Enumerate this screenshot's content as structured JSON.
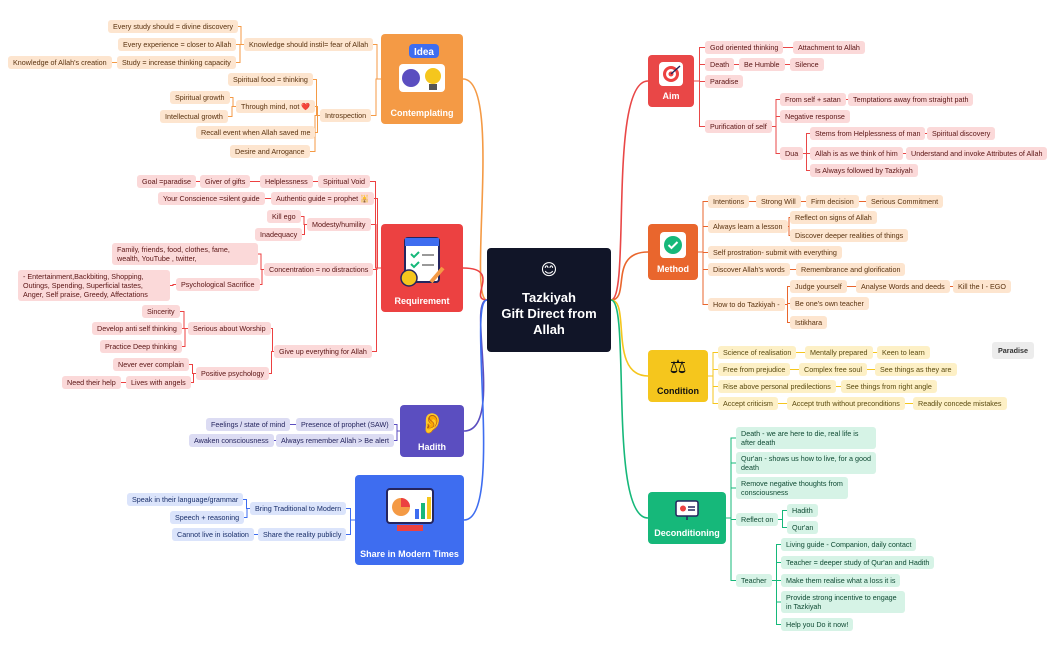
{
  "center": {
    "title_line1": "Tazkiyah",
    "title_line2": "Gift Direct from",
    "title_line3": "Allah",
    "icon": "smile-emoji-icon"
  },
  "colors": {
    "contemplating": "#f49a45",
    "requirement": "#ec4141",
    "hadith": "#5b4ec0",
    "share": "#3e6df0",
    "aim": "#e94747",
    "method": "#e9662d",
    "condition": "#f5c61d",
    "deconditioning": "#16b87a"
  },
  "contemplating": {
    "label": "Contemplating",
    "icon_text": "Idea",
    "knowledge": "Knowledge should instil= fear of Allah",
    "every_study": "Every study should = divine discovery",
    "every_experience": "Every experience = closer to Allah",
    "study": "Study = increase thinking capacity",
    "knowledge_creation": "Knowledge of Allah's creation",
    "introspection": "Introspection",
    "spiritual_food": "Spiritual food = thinking",
    "through_mind": "Through mind, not ❤️",
    "spiritual_growth": "Spiritual growth",
    "intellectual_growth": "Intellectual growth",
    "recall_event": "Recall event when Allah saved me",
    "desire": "Desire and Arrogance"
  },
  "requirement": {
    "label": "Requirement",
    "spiritual_void": "Spiritual Void",
    "helplessness": "Helplessness",
    "giver_of_gifts": "Giver of gifts",
    "goal_paradise": "Goal =paradise",
    "authentic_guide": "Authentic guide = prophet 🕌",
    "conscience": "Your Conscience =silent guide",
    "modesty": "Modesty/humility",
    "kill_ego": "Kill ego",
    "inadequacy": "Inadequacy",
    "concentration": "Concentration = no distractions",
    "family": "Family, friends, food, clothes, fame, wealth, YouTube , twitter,",
    "psych_sacrifice": "Psychological Sacrifice",
    "entertainment": "- Entertainment,Backbiting, Shopping, Outings, Spending, Superficial tastes, Anger, Self praise, Greedy, Affectations",
    "give_up": "Give up everything for Allah",
    "serious_worship": "Serious about Worship",
    "sincerity": "Sincerity",
    "anti_self": "Develop anti self thinking",
    "deep_thinking": "Practice Deep thinking",
    "positive_psych": "Positive psychology",
    "never_complain": "Never ever complain",
    "lives_angels": "Lives with angels",
    "need_help": "Need their help"
  },
  "hadith": {
    "label": "Hadith",
    "presence": "Presence of prophet (SAW)",
    "feelings": "Feelings / state of mind",
    "always_remember": "Always remember Allah  > Be alert",
    "awaken": "Awaken consciousness"
  },
  "share": {
    "label": "Share in Modern Times",
    "bring_traditional": "Bring Traditional to Modern",
    "speak_language": "Speak in their language/grammar",
    "speech_reasoning": "Speech + reasoning",
    "share_reality": "Share the reality publicly",
    "cannot_isolation": "Cannot live in isolation"
  },
  "aim": {
    "label": "Aim",
    "god_oriented": "God oriented thinking",
    "attachment": "Attachment to Allah",
    "death": "Death",
    "be_humble": "Be Humble",
    "silence": "Silence",
    "paradise": "Paradise",
    "purification": "Purification of self",
    "from_self": "From self + satan",
    "temptations": "Temptations away from straight path",
    "negative_response": "Negative response",
    "dua": "Dua",
    "stems_from": "Stems from Helplessness of man",
    "spiritual_discovery": "Spiritual discovery",
    "allah_think": "Allah is as we think of him",
    "understand_invoke": "Understand and invoke Attributes of Allah",
    "always_followed": "Is Always followed by Tazkiyah"
  },
  "method": {
    "label": "Method",
    "intentions": "Intentions",
    "strong_will": "Strong Will",
    "firm_decision": "Firm decision",
    "serious_commitment": "Serious Commitment",
    "always_learn": "Always learn a lesson",
    "reflect_signs": "Reflect on signs of Allah",
    "discover_deeper": "Discover deeper realities of things",
    "self_prostration": "Self prostration- submit with everything",
    "discover_words": "Discover Allah's words",
    "remembrance": "Remembrance and glorification",
    "how_to": "How to do Tazkiyah -",
    "judge_yourself": "Judge yourself",
    "analyse_words": "Analyse Words and deeds",
    "kill_ego": "Kill the I - EGO",
    "be_own_teacher": "Be one's own teacher",
    "istikhara": "Istikhara"
  },
  "condition": {
    "label": "Condition",
    "science": "Science of realisation",
    "mentally_prepared": "Mentally prepared",
    "keen_learn": "Keen to learn",
    "free_prejudice": "Free from prejudice",
    "complex_free": "Complex free soul",
    "see_things": "See things as they are",
    "rise_above": "Rise above personal predilections",
    "see_right_angle": "See things from right angle",
    "accept_criticism": "Accept criticism",
    "accept_truth": "Accept truth without preconditions",
    "readily_concede": "Readily concede mistakes"
  },
  "deconditioning": {
    "label": "Deconditioning",
    "death_here": "Death - we are here to die, real life is after death",
    "quran_shows": "Qur'an  - shows us how to live, for a good death",
    "remove_negative": "Remove negative thoughts from consciousness",
    "reflect_on": "Reflect on",
    "hadith": "Hadith",
    "quran": "Qur'an",
    "teacher": "Teacher",
    "living_guide": "Living guide - Companion, daily contact",
    "teacher_deeper": "Teacher = deeper study of Qur'an and Hadith",
    "make_realise": "Make them realise what a loss it is",
    "provide_incentive": "Provide strong incentive to engage in Tazkiyah",
    "help_you": "Help you Do it now!"
  },
  "floating": {
    "paradise": "Paradise"
  }
}
